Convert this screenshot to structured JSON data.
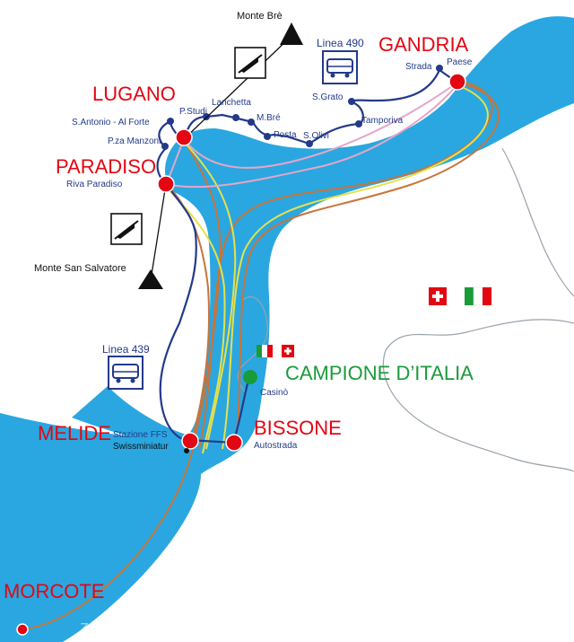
{
  "colors": {
    "water": "#2aa7e0",
    "land": "#ffffff",
    "border": "#9aa3ab",
    "bus_route": "#233a8a",
    "boat_orange": "#c8743a",
    "boat_yellow": "#e8e04a",
    "boat_pink": "#e4a6c8",
    "city_red": "#e30613",
    "campione_green": "#1a9b3a",
    "mountain": "#111111"
  },
  "cities": {
    "lugano": "LUGANO",
    "paradiso": "PARADISO",
    "gandria": "GANDRIA",
    "melide": "MELIDE",
    "bissone": "BISSONE",
    "morcote": "MORCOTE",
    "campione": "CAMPIONE D’ITALIA"
  },
  "stops": {
    "s_antonio": "S.Antonio - Al Forte",
    "p_za_manzoni": "P.za Manzoni",
    "p_studi": "P.Studi",
    "lanchetta": "Lanchetta",
    "m_bre": "M.Bré",
    "posta": "Posta",
    "s_olivi": "S.Olivi",
    "s_grato": "S.Grato",
    "tamporiva": "Tamporiva",
    "strada": "Strada",
    "paese": "Paese",
    "riva_paradiso": "Riva Paradiso",
    "stazione_ffs": "Stazione FFS",
    "swissminiatur": "Swissminiatur",
    "autostrada": "Autostrada",
    "casino": "Casinò"
  },
  "mountains": {
    "monte_bre": "Monte Brè",
    "monte_san_salvatore": "Monte San Salvatore"
  },
  "bus_lines": {
    "linea_490": "Linea 490",
    "linea_439": "Linea 439"
  },
  "icons": {
    "funicular": "funicular-icon",
    "bus": "bus-icon",
    "swiss_flag": "swiss-flag-icon",
    "italian_flag": "italian-flag-icon",
    "mountain": "mountain-peak-icon"
  },
  "watermark": "ZurichGuide.ru"
}
